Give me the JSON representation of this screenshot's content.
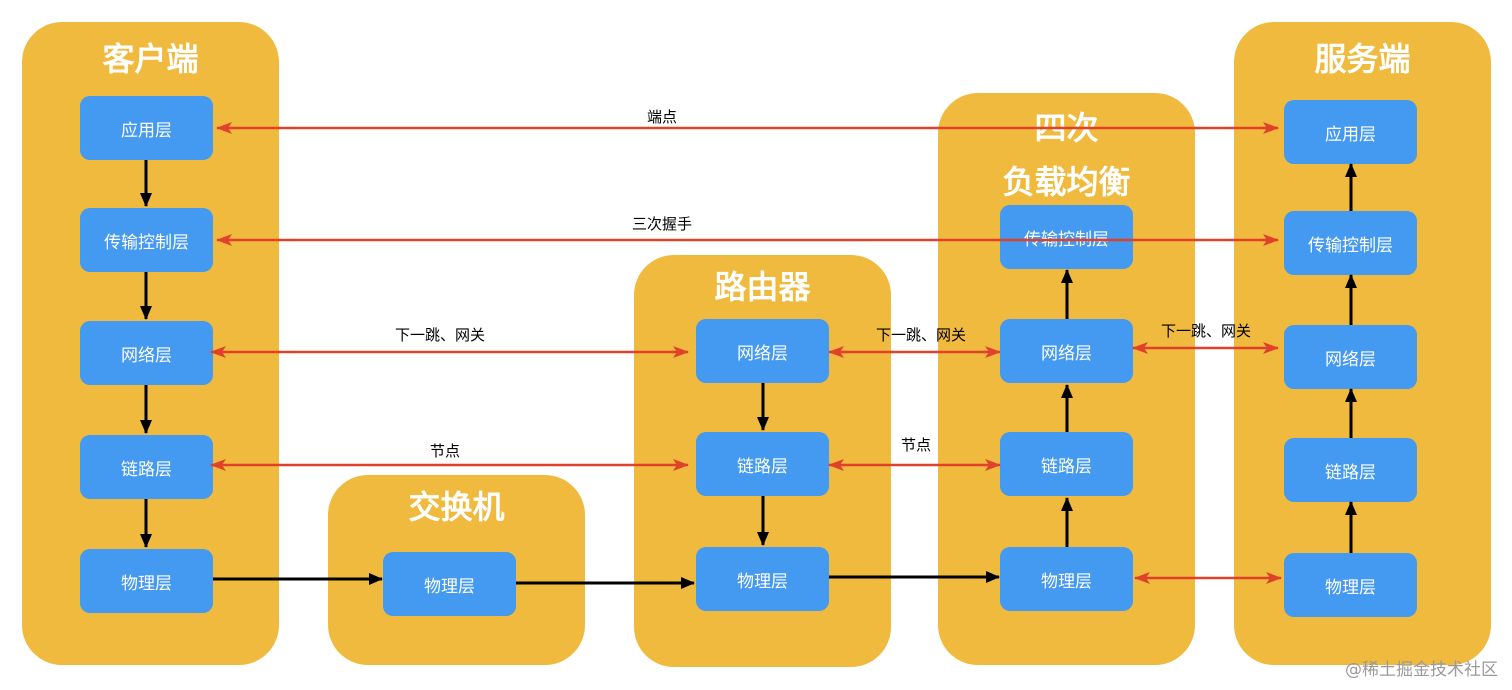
{
  "panels": {
    "client": {
      "title": "客户端"
    },
    "switch": {
      "title": "交换机"
    },
    "router": {
      "title": "路由器"
    },
    "lb": {
      "title_line1": "四次",
      "title_line2": "负载均衡"
    },
    "server": {
      "title": "服务端"
    }
  },
  "layers": {
    "client": [
      "应用层",
      "传输控制层",
      "网络层",
      "链路层",
      "物理层"
    ],
    "switch": [
      "物理层"
    ],
    "router": [
      "网络层",
      "链路层",
      "物理层"
    ],
    "lb": [
      "传输控制层",
      "网络层",
      "链路层",
      "物理层"
    ],
    "server": [
      "应用层",
      "传输控制层",
      "网络层",
      "链路层",
      "物理层"
    ]
  },
  "edge_labels": {
    "endpoint": "端点",
    "handshake": "三次握手",
    "next_hop_1": "下一跳、网关",
    "next_hop_2": "下一跳、网关",
    "next_hop_3": "下一跳、网关",
    "node_1": "节点",
    "node_2": "节点"
  },
  "colors": {
    "panel": "#EFBA3E",
    "layer": "#4499F1",
    "bidirectional_arrow": "#E0412B",
    "flow_arrow": "#000000"
  },
  "watermark": "@稀土掘金技术社区"
}
